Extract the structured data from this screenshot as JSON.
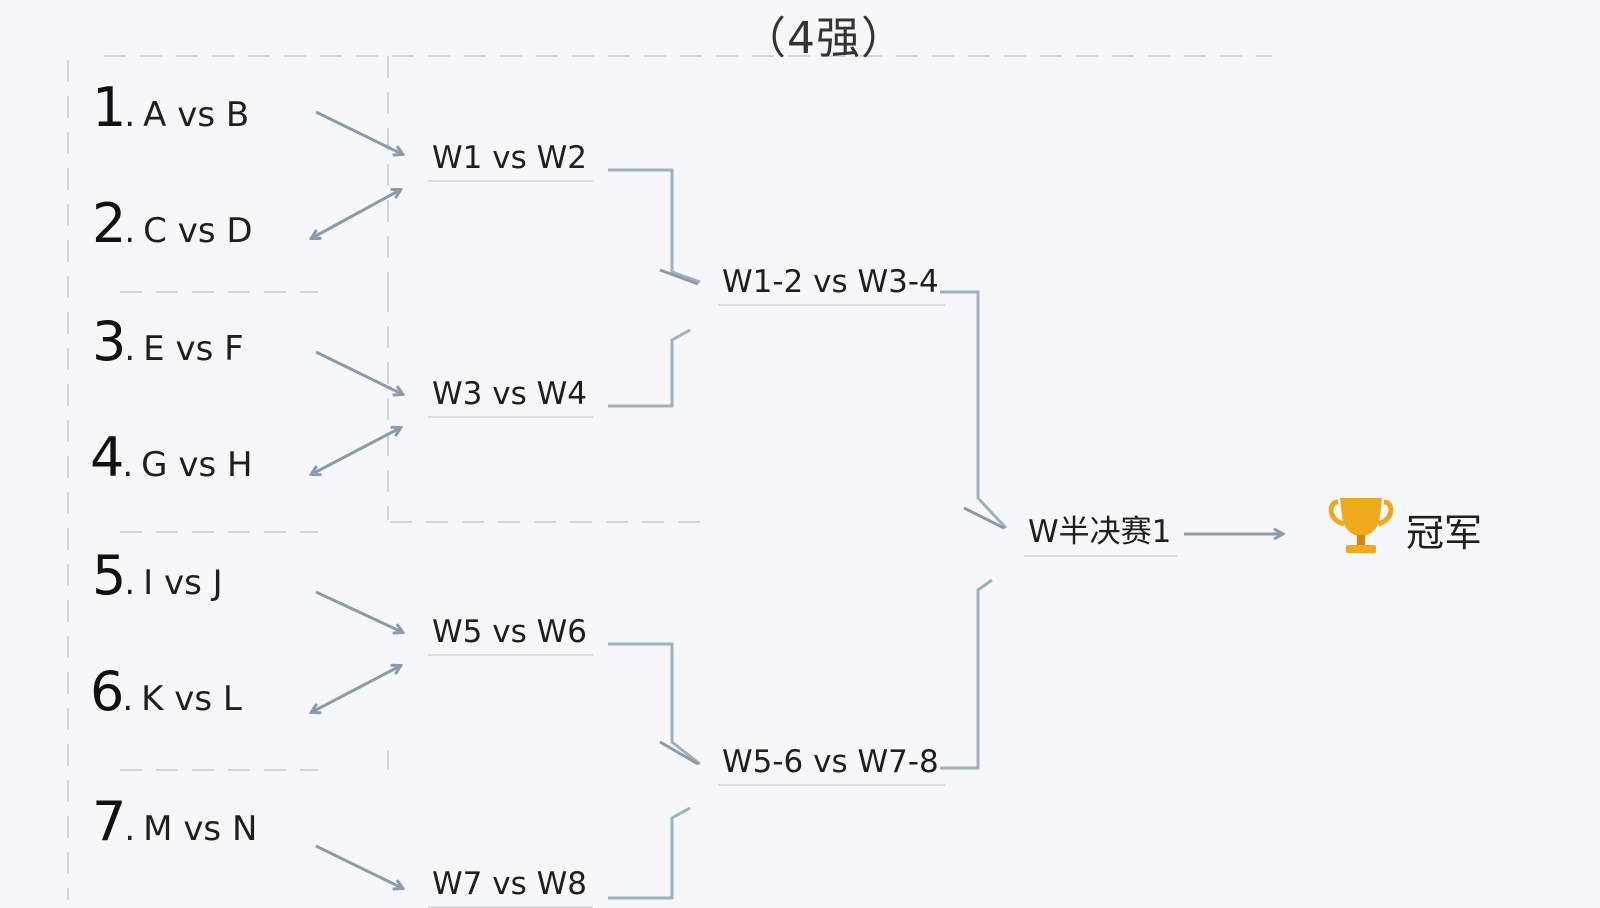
{
  "header": {
    "round_label": "（4强）"
  },
  "round1": [
    {
      "num": "1",
      "label": "A vs B"
    },
    {
      "num": "2",
      "label": "C vs D"
    },
    {
      "num": "3",
      "label": "E vs F"
    },
    {
      "num": "4",
      "label": "G vs H"
    },
    {
      "num": "5",
      "label": "I vs J"
    },
    {
      "num": "6",
      "label": "K vs L"
    },
    {
      "num": "7",
      "label": "M vs N"
    }
  ],
  "round2": [
    "W1 vs W2",
    "W3 vs W4",
    "W5 vs W6",
    "W7 vs W8"
  ],
  "round3": [
    "W1-2 vs W3-4",
    "W5-6 vs W7-8"
  ],
  "semifinal": "W半决赛1",
  "champion": {
    "label": "冠军",
    "icon": "trophy-icon"
  },
  "colors": {
    "line": "#9fb0be",
    "arrow": "#8a9cab",
    "dashed": "#cfd6dc",
    "trophy": "#f0a81c",
    "trophy_dark": "#d48806"
  }
}
